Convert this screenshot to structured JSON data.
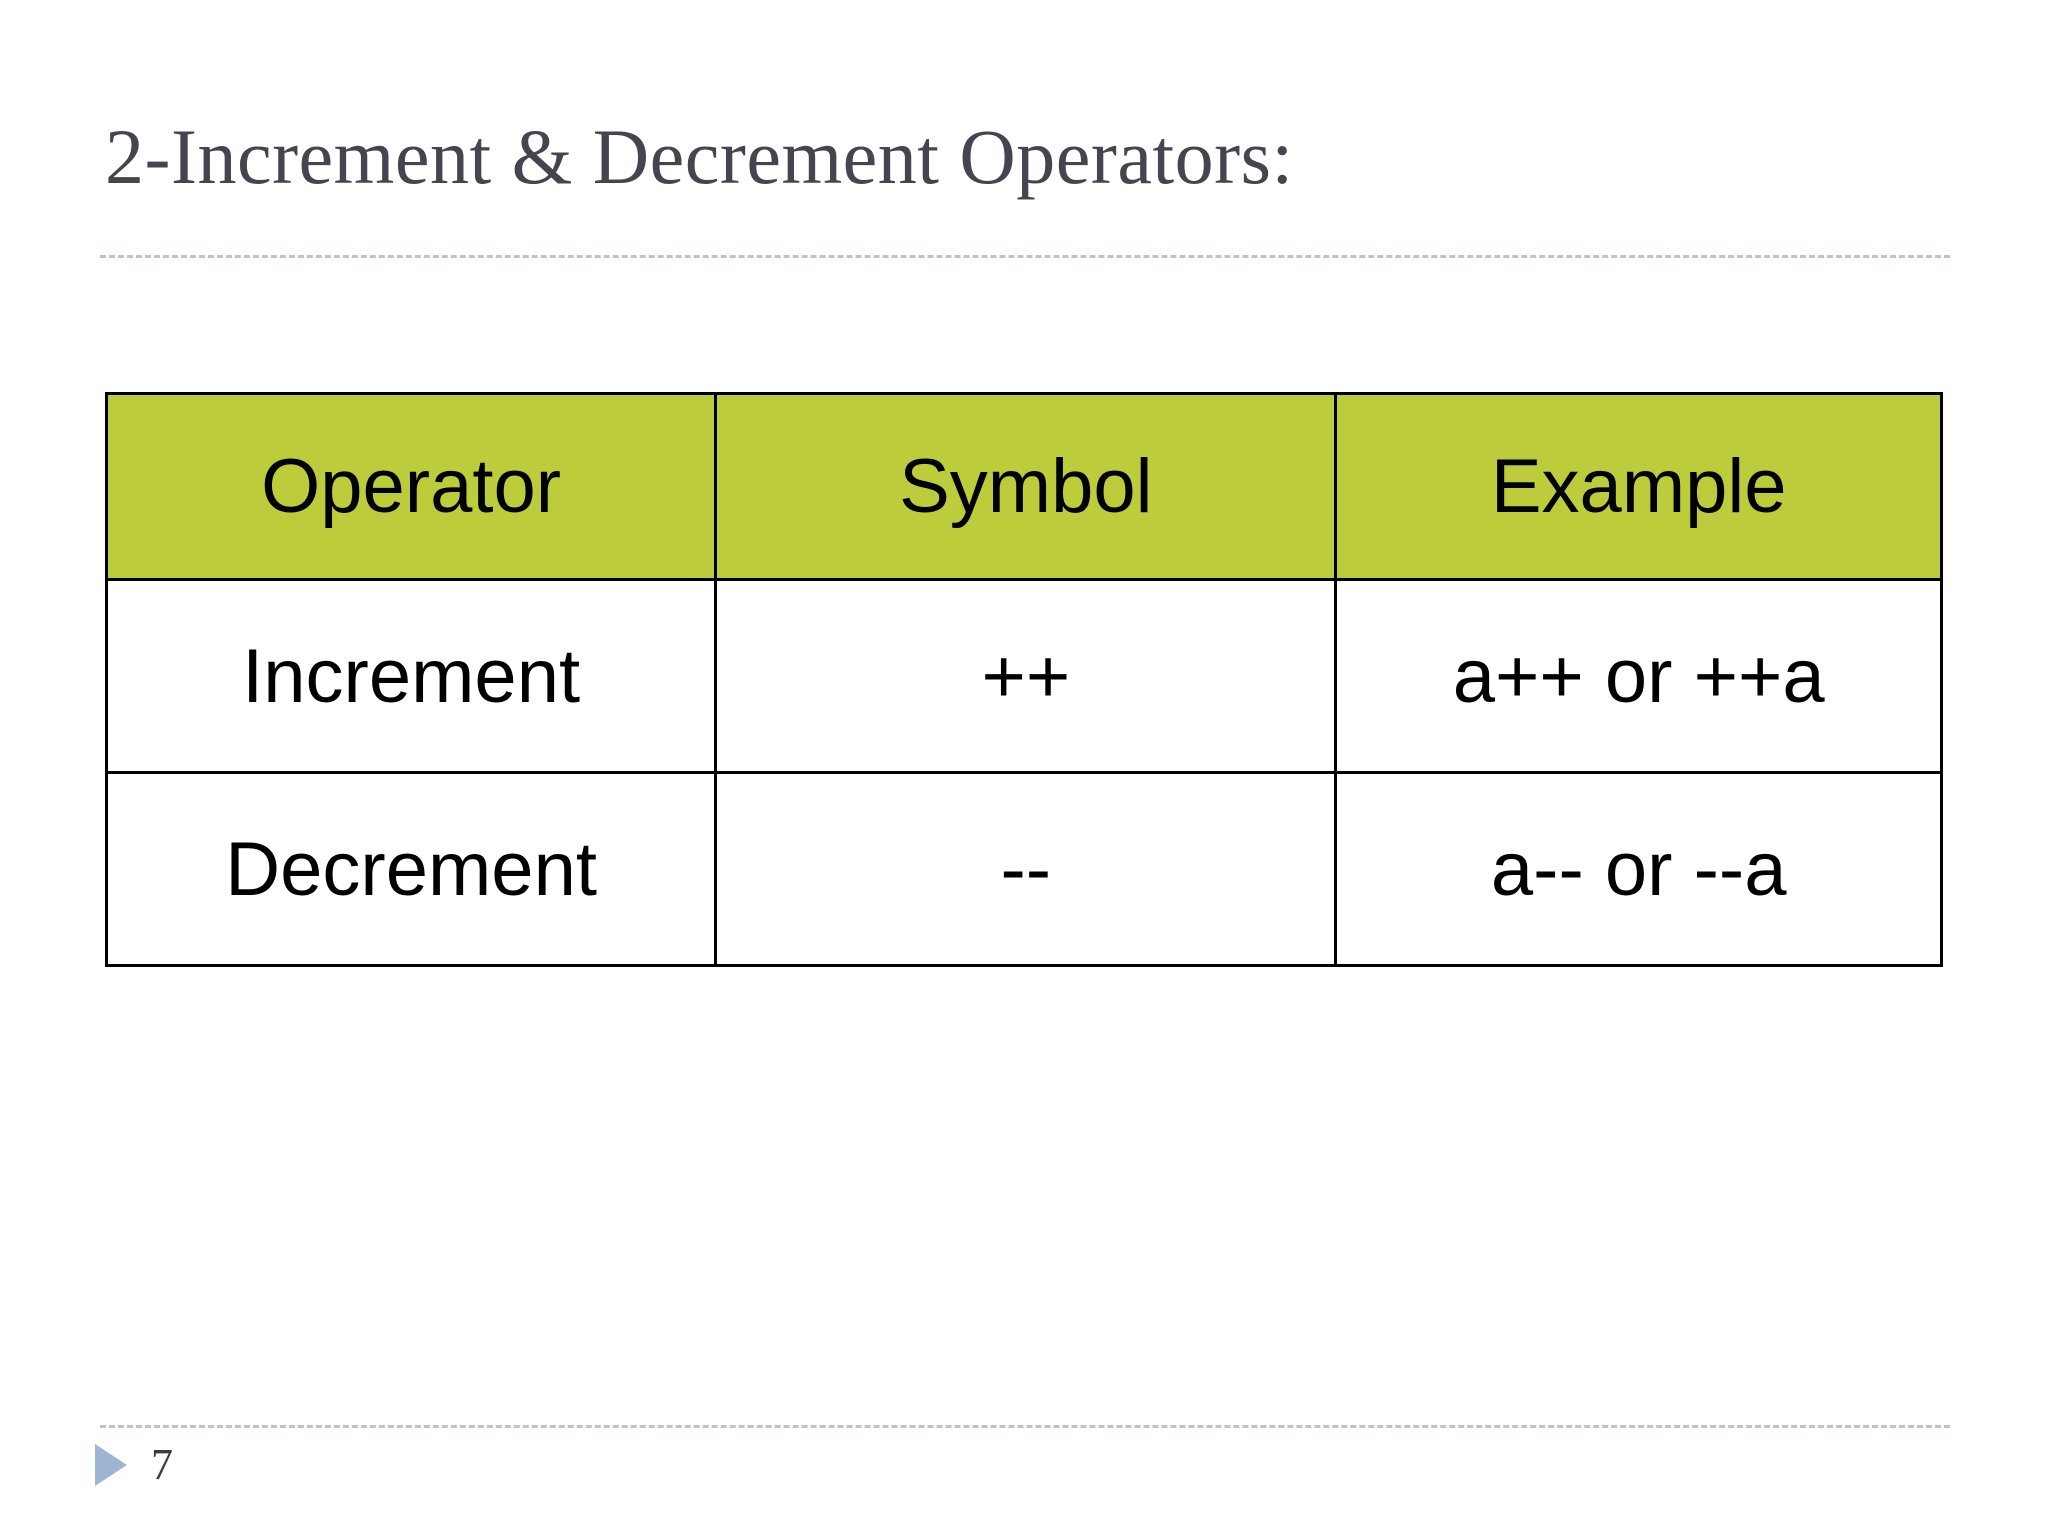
{
  "slide": {
    "title": "2-Increment & Decrement Operators:",
    "background_color": "#ffffff",
    "title_color": "#44454f",
    "rule_color": "#b9c4d2"
  },
  "table": {
    "header_fill": "#bccc3a",
    "border_color": "#000000",
    "columns": [
      "Operator",
      "Symbol",
      "Example"
    ],
    "rows": [
      {
        "operator": "Increment",
        "symbol": "++",
        "example": "a++ or ++a"
      },
      {
        "operator": "Decrement",
        "symbol": "--",
        "example": "a-- or --a"
      }
    ]
  },
  "footer": {
    "marker_icon": "triangle-right-icon",
    "marker_color": "#9db5d0",
    "page_number": "7"
  }
}
